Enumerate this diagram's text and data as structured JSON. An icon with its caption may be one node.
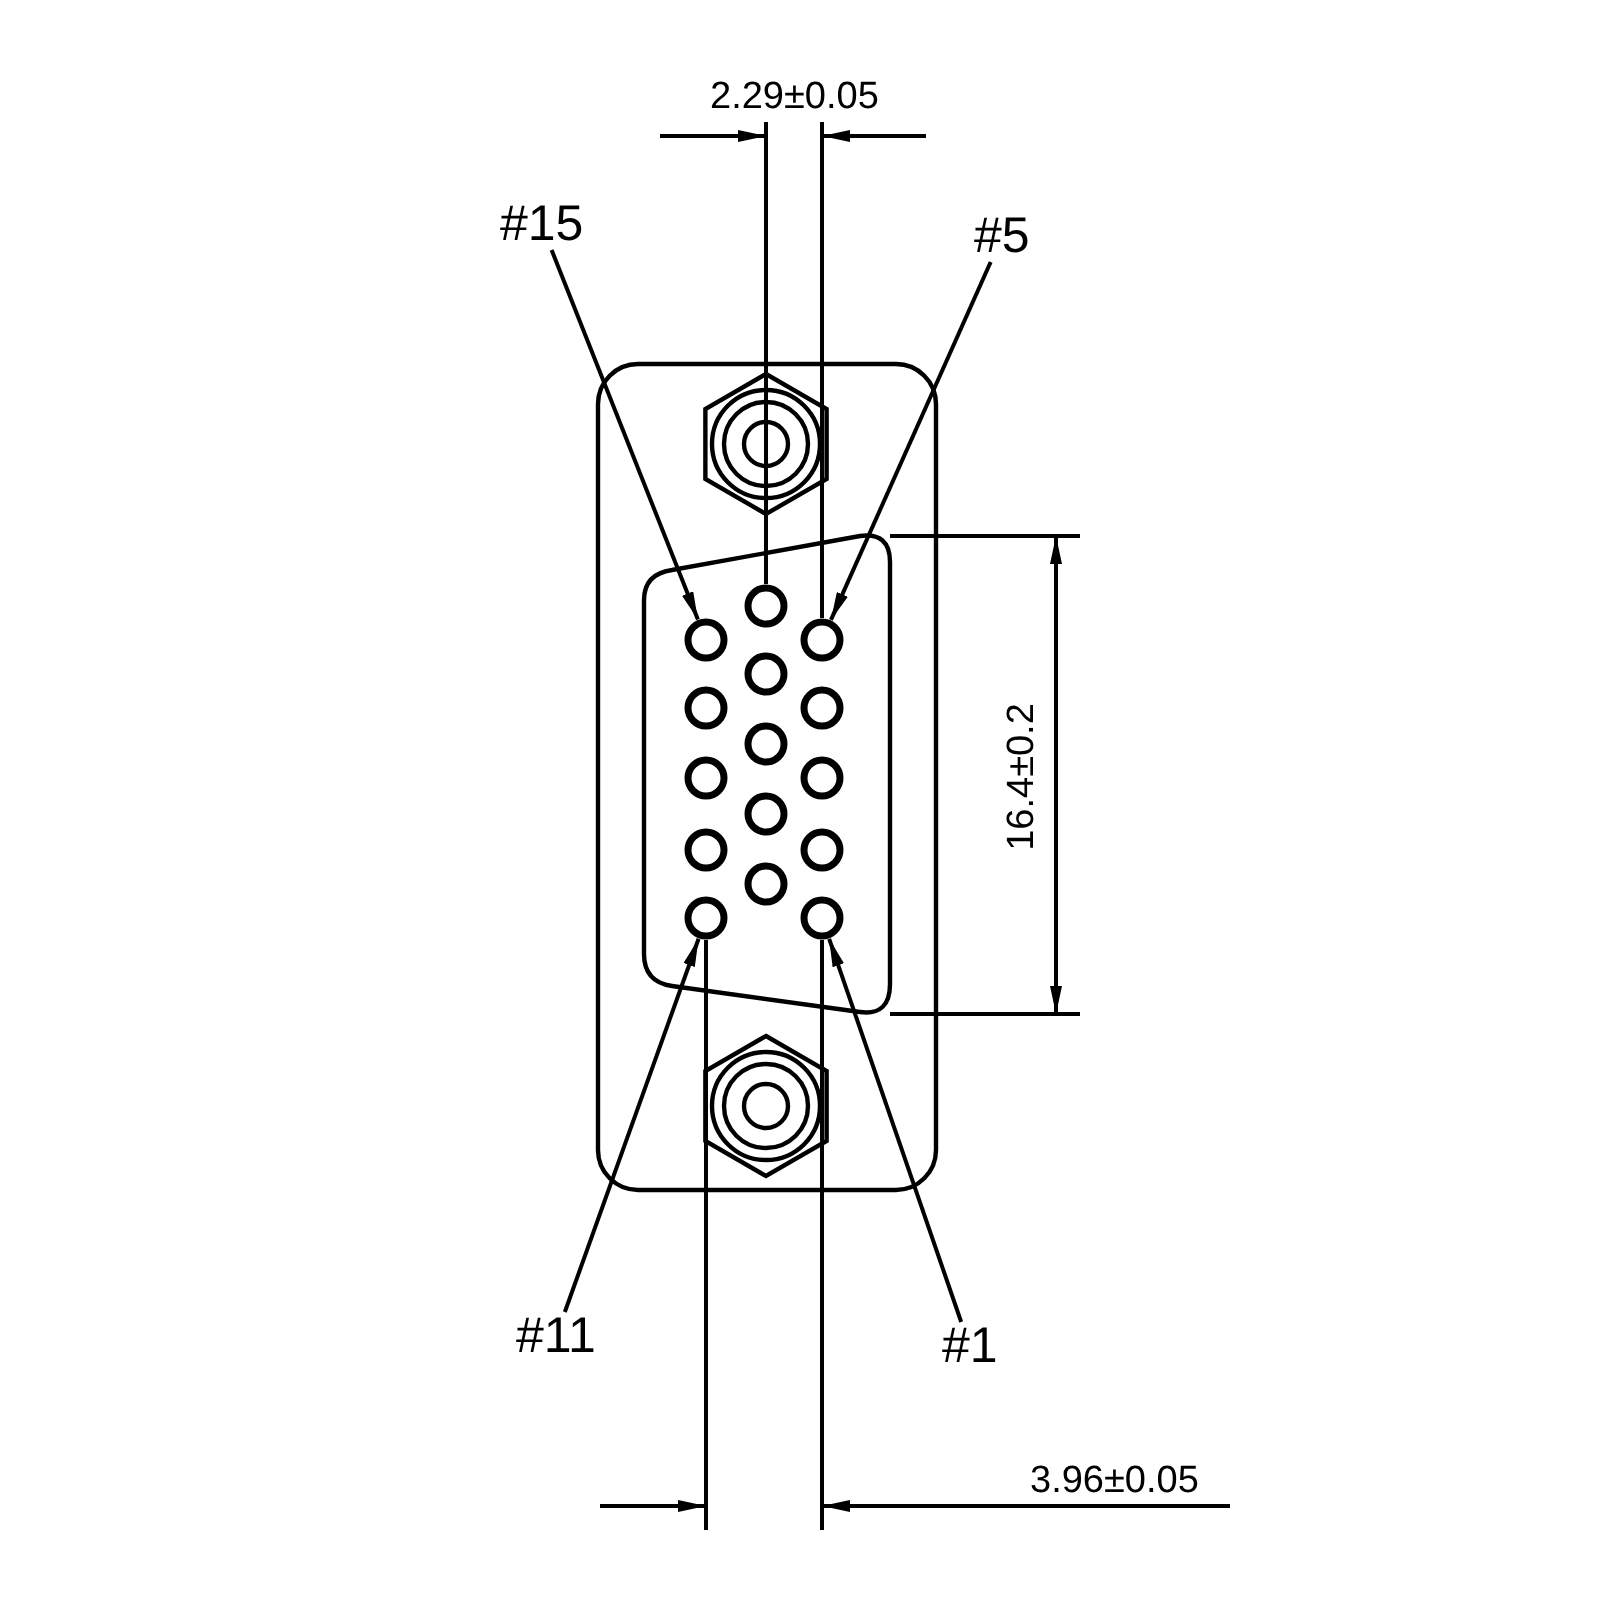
{
  "diagram": {
    "nodes": [
      {
        "text": [
          "#15"
        ]
      },
      {
        "text": [],
        "shape": "circle"
      },
      {
        "text": [
          "#5"
        ]
      },
      {
        "text": [],
        "shape": "circle"
      },
      {
        "text": [
          "#11"
        ]
      },
      {
        "text": [],
        "shape": "circle"
      },
      {
        "text": [
          "#1"
        ]
      },
      {
        "text": [],
        "shape": "circle"
      }
    ],
    "edges": [
      {
        "from": 0,
        "to": 1,
        "arrow": "to"
      },
      {
        "from": 2,
        "to": 3,
        "arrow": "to"
      },
      {
        "from": 4,
        "to": 5,
        "arrow": "to"
      },
      {
        "from": 6,
        "to": 7,
        "arrow": "to"
      }
    ],
    "labels": [
      "2.29±0.05",
      "16.4±0.2",
      "3.96±0.05"
    ]
  }
}
